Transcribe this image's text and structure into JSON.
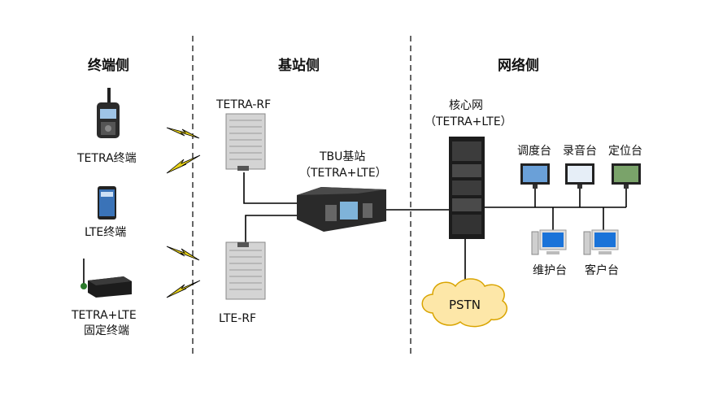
{
  "sections": {
    "terminal": "终端侧",
    "base_station": "基站侧",
    "network": "网络侧"
  },
  "terminals": {
    "tetra": "TETRA终端",
    "lte": "LTE终端",
    "fixed_line1": "TETRA+LTE",
    "fixed_line2": "固定终端"
  },
  "base_station": {
    "tetra_rf": "TETRA-RF",
    "lte_rf": "LTE-RF",
    "tbu_line1": "TBU基站",
    "tbu_line2": "（TETRA+LTE）"
  },
  "network": {
    "core_line1": "核心网",
    "core_line2": "（TETRA+LTE）",
    "dispatch": "调度台",
    "recording": "录音台",
    "positioning": "定位台",
    "maintenance": "维护台",
    "client": "客户台",
    "pstn": "PSTN"
  },
  "colors": {
    "line": "#000000",
    "lightning": "#e8d21a",
    "pstn_fill": "#fde7a8",
    "pstn_stroke": "#d9a400",
    "monitor_blue": "#1a73d9"
  }
}
